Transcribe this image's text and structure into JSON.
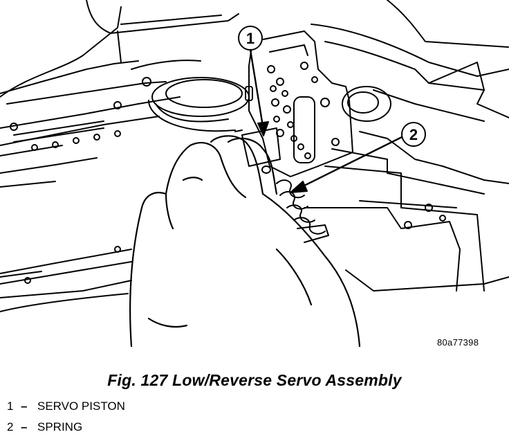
{
  "figure": {
    "callouts": [
      {
        "number": "1"
      },
      {
        "number": "2"
      }
    ],
    "figure_id": "80a77398"
  },
  "caption": "Fig. 127 Low/Reverse Servo Assembly",
  "legend": [
    {
      "number": "1",
      "separator": "–",
      "label": "SERVO PISTON"
    },
    {
      "number": "2",
      "separator": "–",
      "label": "SPRING"
    }
  ]
}
